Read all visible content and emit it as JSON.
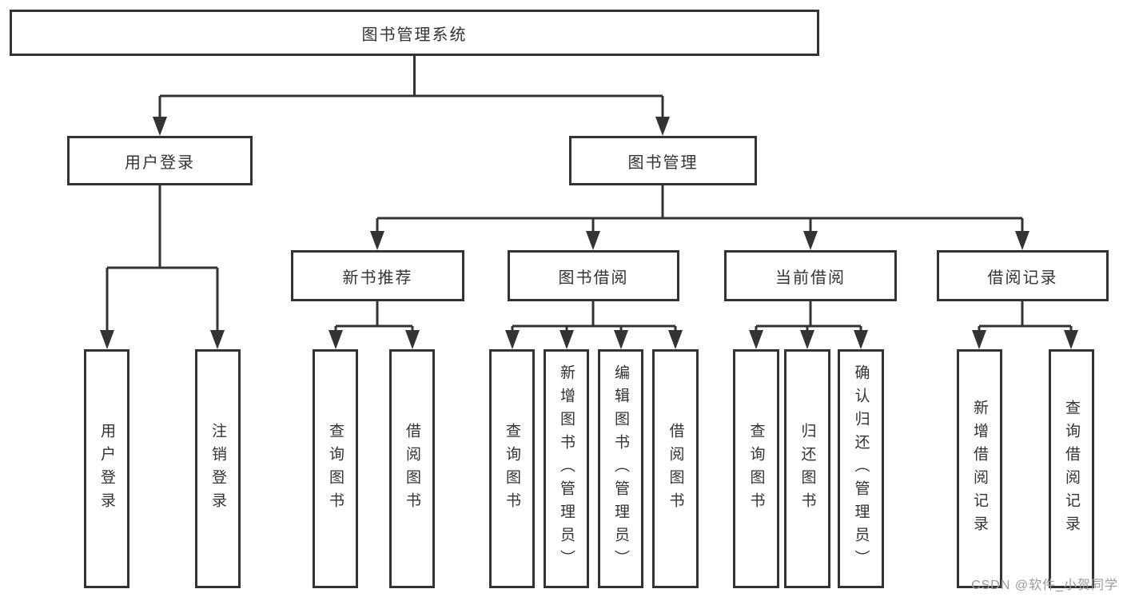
{
  "diagram": {
    "root": {
      "label": "图书管理系统"
    },
    "branches": [
      {
        "label": "用户登录",
        "children": [
          {
            "label": "用户登录"
          },
          {
            "label": "注销登录"
          }
        ]
      },
      {
        "label": "图书管理",
        "children": [
          {
            "label": "新书推荐",
            "children": [
              {
                "label": "查询图书"
              },
              {
                "label": "借阅图书"
              }
            ]
          },
          {
            "label": "图书借阅",
            "children": [
              {
                "label": "查询图书"
              },
              {
                "label": "新增图书（管理员）"
              },
              {
                "label": "编辑图书（管理员）"
              },
              {
                "label": "借阅图书"
              }
            ]
          },
          {
            "label": "当前借阅",
            "children": [
              {
                "label": "查询图书"
              },
              {
                "label": "归还图书"
              },
              {
                "label": "确认归还（管理员）"
              }
            ]
          },
          {
            "label": "借阅记录",
            "children": [
              {
                "label": "新增借阅记录"
              },
              {
                "label": "查询借阅记录"
              }
            ]
          }
        ]
      }
    ]
  },
  "colors": {
    "line": "#333333",
    "text": "#333333",
    "box_background": "#ffffff",
    "watermark": "#9b9b9b"
  },
  "watermark": "CSDN @软件_小贺同学"
}
